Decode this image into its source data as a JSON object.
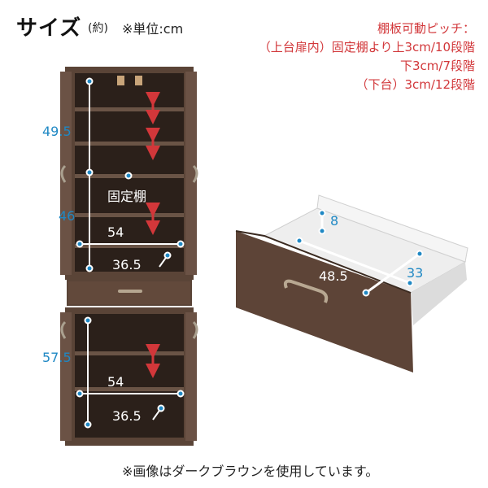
{
  "header": {
    "title": "サイズ",
    "title_sub": "(約)",
    "unit": "※単位:cm"
  },
  "pitch_note": {
    "line1": "棚板可動ピッチ：",
    "line2": "（上台扉内）固定棚より上3cm/10段階",
    "line3": "下3cm/7段階",
    "line4": "（下台）3cm/12段階"
  },
  "cabinet": {
    "upper_height": "49.5",
    "middle_height": "46",
    "upper_width": "54",
    "upper_depth": "36.5",
    "fixed_shelf_label": "固定棚",
    "lower_height": "57.5",
    "lower_width": "54",
    "lower_depth": "36.5"
  },
  "drawer": {
    "height": "8",
    "width": "48.5",
    "depth": "33"
  },
  "footer": {
    "note": "※画像はダークブラウンを使用しています。"
  },
  "colors": {
    "wood": "#5a4437",
    "wood_dark": "#3a2a20",
    "interior": "#2b201a",
    "dimension": "#1f88c4",
    "arrow": "#d2373a",
    "drawer_inside": "#eeeeee"
  }
}
